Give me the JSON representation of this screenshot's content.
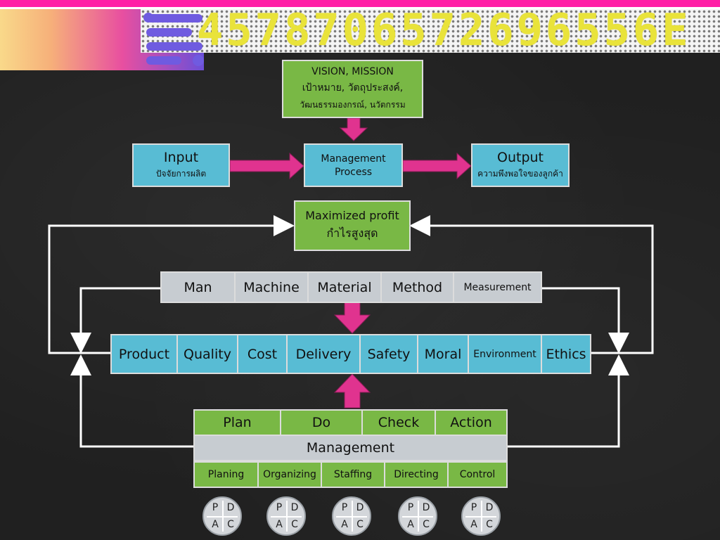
{
  "header": {
    "digits": "4578706572696556E"
  },
  "vision": {
    "line1": "VISION, MISSION",
    "line2": "เป้าหมาย, วัตถุประสงค์,",
    "line3": "วัฒนธรรมองกรณ์, นวัตกรรม"
  },
  "input": {
    "title": "Input",
    "sub": "ปัจจัยการผลิต"
  },
  "process": {
    "line1": "Management",
    "line2": "Process"
  },
  "output": {
    "title": "Output",
    "sub": "ความพึงพอใจของลูกค้า"
  },
  "profit": {
    "line1": "Maximized profit",
    "line2": "กำไรสูงสุด"
  },
  "resources": [
    "Man",
    "Machine",
    "Material",
    "Method",
    "Measurement"
  ],
  "outcomes": [
    "Product",
    "Quality",
    "Cost",
    "Delivery",
    "Safety",
    "Moral",
    "Environment",
    "Ethics"
  ],
  "pdca_row": [
    "Plan",
    "Do",
    "Check",
    "Action"
  ],
  "management": "Management",
  "functions": [
    "Planing",
    "Organizing",
    "Staffing",
    "Directing",
    "Control"
  ],
  "pdca_letters": {
    "p": "P",
    "d": "D",
    "a": "A",
    "c": "C"
  },
  "colors": {
    "green": "#79b845",
    "blue": "#58bcd4",
    "gray": "#c7ccd1",
    "arrow": "#e0338f",
    "accent": "#ff1fa6"
  }
}
